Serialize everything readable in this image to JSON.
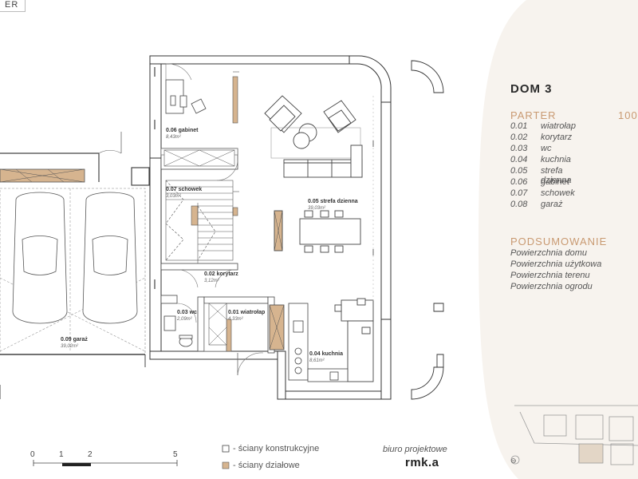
{
  "page": {
    "tag": "ER"
  },
  "house": {
    "title": "DOM 3",
    "parter_label": "PARTER",
    "parter_area": "100",
    "rooms": [
      {
        "num": "0.01",
        "name": "wiatrołap"
      },
      {
        "num": "0.02",
        "name": "korytarz"
      },
      {
        "num": "0.03",
        "name": "wc"
      },
      {
        "num": "0.04",
        "name": "kuchnia"
      },
      {
        "num": "0.05",
        "name": "strefa dzienna"
      },
      {
        "num": "0.06",
        "name": "gabinet"
      },
      {
        "num": "0.07",
        "name": "schowek"
      },
      {
        "num": "0.08",
        "name": "garaż"
      }
    ],
    "summary_label": "PODSUMOWANIE",
    "summary": [
      "Powierzchnia domu",
      "Powierzchnia użytkowa",
      "Powierzchnia terenu",
      "Powierzchnia ogrodu"
    ]
  },
  "plan_labels": {
    "gabinet": {
      "name": "0.06 gabinet",
      "area": "8,43m²"
    },
    "schowek": {
      "name": "0.07 schowek",
      "area": "3,03m²"
    },
    "strefa": {
      "name": "0.05 strefa dzienna",
      "area": "39,03m²"
    },
    "korytarz": {
      "name": "0.02 korytarz",
      "area": "3,12m²"
    },
    "wc": {
      "name": "0.03 wc",
      "area": "2,09m²"
    },
    "wiatrolap": {
      "name": "0.01 wiatrołap",
      "area": "4,33m²"
    },
    "kuchnia": {
      "name": "0.04 kuchnia",
      "area": "8,61m²"
    },
    "garaz": {
      "name": "0.09 garaż",
      "area": "39,02m²"
    }
  },
  "scale": {
    "ticks": [
      "0",
      "1",
      "2",
      "5"
    ]
  },
  "legend": {
    "structural": "- ściany konstrukcyjne",
    "partition": "- ściany działowe"
  },
  "credits": {
    "biuro": "biuro projektowe",
    "logo": "rmk.a"
  },
  "colors": {
    "accent": "#c99a72",
    "partition_wall": "#d6b48f",
    "structural_wall": "#ffffff",
    "side_panel": "#f7f3ee"
  }
}
